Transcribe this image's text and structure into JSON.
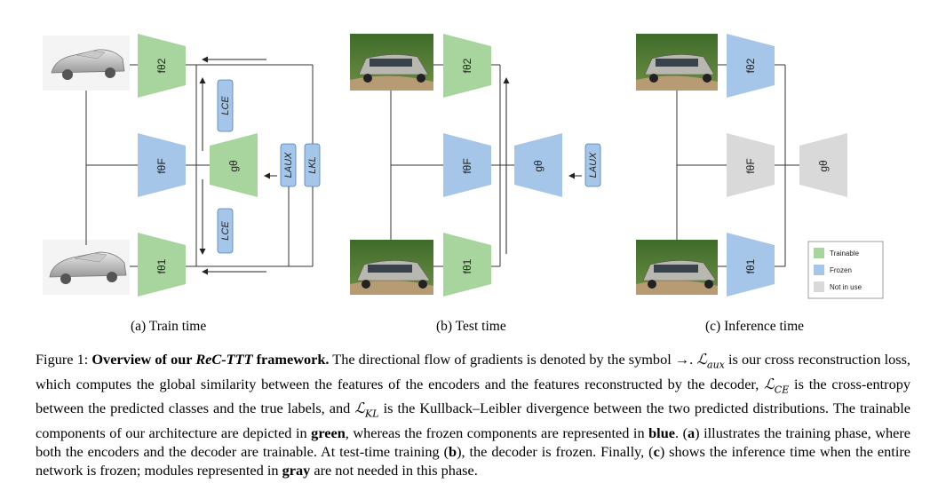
{
  "colors": {
    "trainable": "#a8d59d",
    "frozen": "#a5c6e8",
    "not_in_use": "#d9d9d9"
  },
  "panels": {
    "a": {
      "caption": "(a) Train time",
      "enc_top": "fθ2",
      "enc_mid": "fθF",
      "enc_bot": "fθ1",
      "decoder": "gθ",
      "loss_ce_top": "LCE",
      "loss_ce_bot": "LCE",
      "loss_aux": "LAUX",
      "loss_kl": "LKL"
    },
    "b": {
      "caption": "(b) Test time",
      "enc_top": "fθ2",
      "enc_mid": "fθF",
      "enc_bot": "fθ1",
      "decoder": "gθ",
      "loss_aux": "LAUX"
    },
    "c": {
      "caption": "(c) Inference time",
      "enc_top": "fθ2",
      "enc_mid": "fθF",
      "enc_bot": "fθ1",
      "decoder": "gθ"
    }
  },
  "legend": {
    "trainable": "Trainable",
    "frozen": "Frozen",
    "not_in_use": "Not in use"
  },
  "caption": {
    "figure_label": "Figure 1:",
    "title_prefix": "Overview of our",
    "title_name": "ReC-TTT",
    "title_suffix": "framework.",
    "s1": "The directional flow of gradients is denoted by the symbol →.",
    "laux": "ℒ",
    "laux_sub": "aux",
    "s2": "is our cross reconstruction loss, which computes the global similarity between the features of the encoders and the features reconstructed by the decoder,",
    "lce": "ℒ",
    "lce_sub": "CE",
    "s3": "is the cross-entropy between the predicted classes and the true labels, and",
    "lkl": "ℒ",
    "lkl_sub": "KL",
    "s4": "is the Kullback–Leibler divergence between the two predicted distributions. The trainable components of our architecture are depicted in",
    "green": "green",
    "s5": ", whereas the frozen components are represented in",
    "blue": "blue",
    "s6": ". (",
    "a": "a",
    "s7": ") illustrates the training phase, where both the encoders and the decoder are trainable. At test-time training (",
    "b": "b",
    "s8": "), the decoder is frozen. Finally, (",
    "c": "c",
    "s9": ") shows the inference time when the entire network is frozen; modules represented in",
    "gray": "gray",
    "s10": "are not needed in this phase."
  }
}
